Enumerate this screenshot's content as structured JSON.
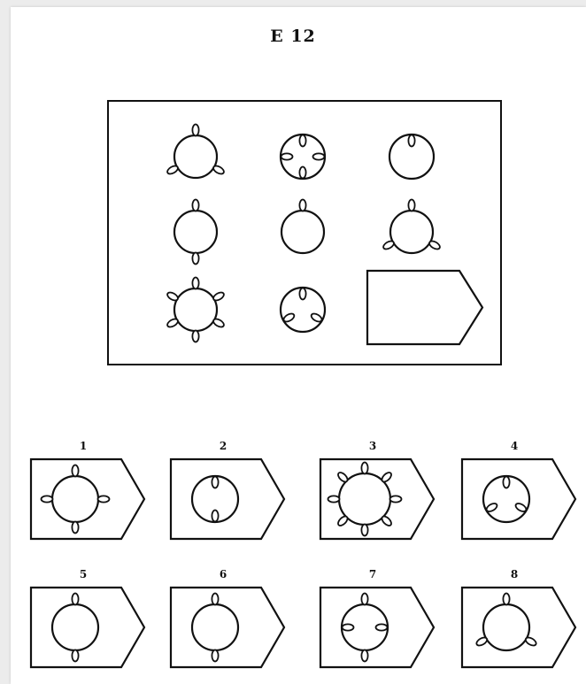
{
  "title": "E 12",
  "matrix": {
    "cells": [
      {
        "row": 1,
        "col": 1,
        "loops": 3,
        "loop_style": "outward",
        "shape": "circle"
      },
      {
        "row": 1,
        "col": 2,
        "loops": 4,
        "loop_style": "inward",
        "shape": "circle"
      },
      {
        "row": 1,
        "col": 3,
        "loops": 1,
        "loop_style": "inward",
        "shape": "circle"
      },
      {
        "row": 2,
        "col": 1,
        "loops": 2,
        "loop_style": "outward",
        "shape": "circle"
      },
      {
        "row": 2,
        "col": 2,
        "loops": 1,
        "loop_style": "outward",
        "shape": "circle"
      },
      {
        "row": 2,
        "col": 3,
        "loops": 3,
        "loop_style": "outward",
        "shape": "circle"
      },
      {
        "row": 3,
        "col": 1,
        "loops": 6,
        "loop_style": "outward",
        "shape": "circle"
      },
      {
        "row": 3,
        "col": 2,
        "loops": 3,
        "loop_style": "inward",
        "shape": "circle"
      },
      {
        "row": 3,
        "col": 3,
        "missing": true
      }
    ]
  },
  "options": [
    {
      "label": "1",
      "loops": 4,
      "loop_style": "outward"
    },
    {
      "label": "2",
      "loops": 2,
      "loop_style": "inward"
    },
    {
      "label": "3",
      "loops": 8,
      "loop_style": "outward"
    },
    {
      "label": "4",
      "loops": 3,
      "loop_style": "inward"
    },
    {
      "label": "5",
      "loops": 2,
      "loop_style": "outward"
    },
    {
      "label": "6",
      "loops": 2,
      "loop_style": "outward"
    },
    {
      "label": "7",
      "loops": 4,
      "loop_style": "mixed"
    },
    {
      "label": "8",
      "loops": 3,
      "loop_style": "outward"
    }
  ],
  "colors": {
    "ink": "#111111",
    "paper": "#ffffff",
    "background": "#ececec"
  }
}
